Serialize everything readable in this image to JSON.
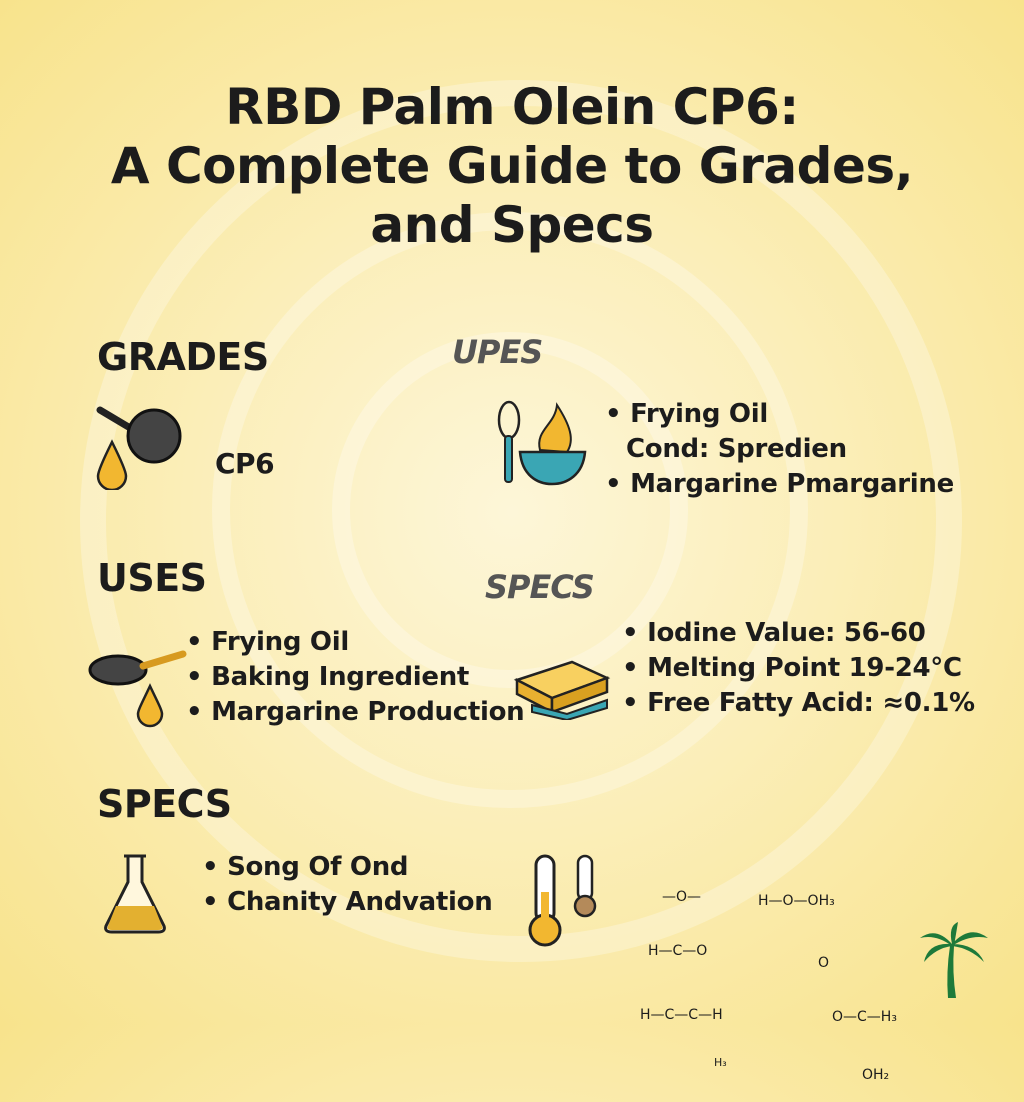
{
  "title": {
    "line1": "RBD Palm Olein CP6:",
    "line2": "A Complete Guide to Grades,",
    "line3": "and Specs"
  },
  "grades": {
    "heading": "GRADES",
    "item": "CP6"
  },
  "upes": {
    "heading": "UPES",
    "items": [
      "• Frying Oil",
      "Cond: Spredien",
      "• Margarine Pmargarine"
    ]
  },
  "uses": {
    "heading": "USES",
    "items": [
      "• Frying Oil",
      "• Baking Ingredient",
      "• Margarine Production"
    ]
  },
  "specs_right": {
    "heading": "SPECS",
    "items": [
      "• Iodine Value: 56-60",
      "• Melting Point 19-24°C",
      "• Free Fatty Acid: ≈0.1%"
    ]
  },
  "specs": {
    "heading": "SPECS",
    "items": [
      "• Song Of Ond",
      "• Chanity Andvation"
    ]
  },
  "chem1": {
    "top": "—O—",
    "mid": "H—C—O",
    "bot": "H—C—C—H",
    "sub": "H₃"
  },
  "chem2": {
    "top": "H—O—OH₃",
    "mid": "O",
    "bot": "O—C—H₃",
    "sub": "OH₂"
  },
  "colors": {
    "accent": "#f2b730",
    "text": "#1c1c1c",
    "teal": "#3aa6b4",
    "palm": "#1e7a3a"
  }
}
